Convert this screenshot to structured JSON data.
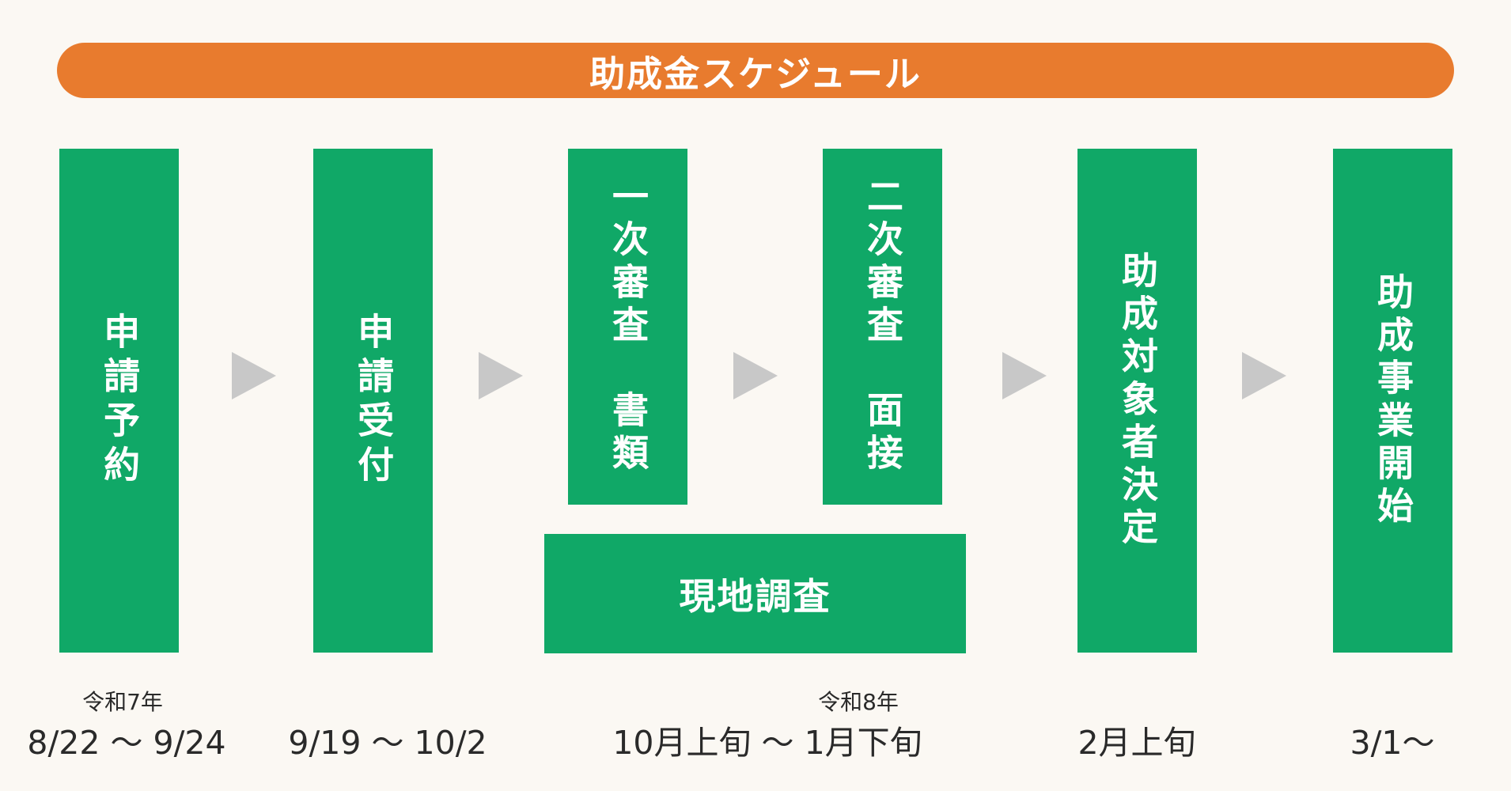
{
  "title": "助成金スケジュール",
  "colors": {
    "title_bar": "#e87b2e",
    "box": "#10a867",
    "arrow": "#c8c8c8",
    "background": "#fbf8f3"
  },
  "steps": {
    "s1": "申請予約",
    "s2": "申請受付",
    "s3": "一次審査　書類",
    "s4": "二次審査　面接",
    "s5": "現地調査",
    "s6": "助成対象者決定",
    "s7": "助成事業開始"
  },
  "eras": {
    "e1": "令和7年",
    "e2": "令和8年"
  },
  "dates": {
    "d1": "8/22 〜 9/24",
    "d2": "9/19 〜 10/2",
    "d3": "10月上旬 〜 1月下旬",
    "d4": "2月上旬",
    "d5": "3/1〜"
  },
  "icons": {
    "arrow": "triangle-right-icon"
  }
}
